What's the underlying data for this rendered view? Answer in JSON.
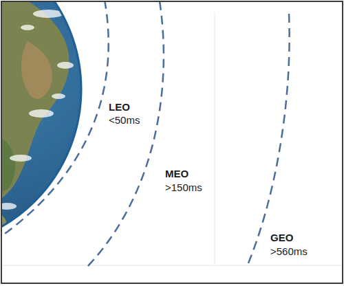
{
  "diagram": {
    "labels": [
      "LEO",
      "<50ms",
      "MEO",
      ">150ms",
      "GEO",
      ">560ms"
    ]
  }
}
